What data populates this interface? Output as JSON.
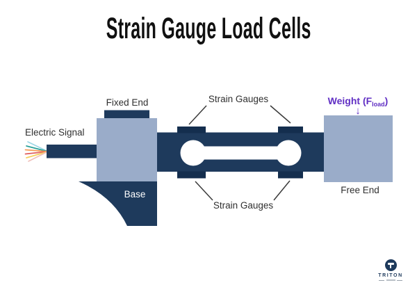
{
  "title": "Strain Gauge Load Cells",
  "diagram": {
    "electric_signal": "Electric Signal",
    "fixed_end": "Fixed End",
    "base": "Base",
    "strain_gauges_top": "Strain Gauges",
    "strain_gauges_bottom": "Strain Gauges",
    "weight": {
      "prefix": "Weight (F",
      "subscript": "load",
      "suffix": ")"
    },
    "arrow_down": "↓",
    "free_end": "Free End"
  },
  "branding": {
    "name": "TRITON"
  },
  "colors": {
    "navy": "#1e3a5c",
    "navy_dark": "#142e4e",
    "block": "#9aacc9",
    "purple": "#6130c4",
    "ink": "#2f2f2f",
    "wires": [
      "#9bd7e6",
      "#2aa198",
      "#f59b57",
      "#e05d5d",
      "#f5d05e",
      "#f0c0bb"
    ]
  }
}
